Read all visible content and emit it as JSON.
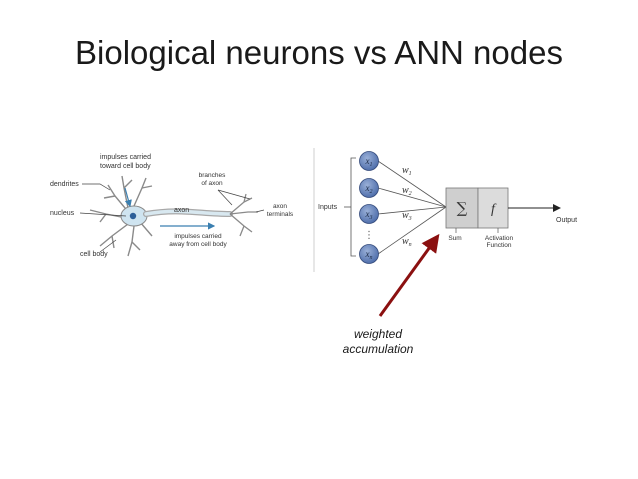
{
  "slide": {
    "title": "Biological neurons vs ANN nodes"
  },
  "neuron": {
    "labels": {
      "impulses_in_1": "impulses carried",
      "impulses_in_2": "toward cell body",
      "branches_1": "branches",
      "branches_2": "of axon",
      "dendrites": "dendrites",
      "nucleus": "nucleus",
      "axon": "axon",
      "axon_terminals_1": "axon",
      "axon_terminals_2": "terminals",
      "cell_body": "cell body",
      "impulses_out_1": "impulses carried",
      "impulses_out_2": "away from cell body"
    }
  },
  "ann": {
    "inputs_label": "Inputs",
    "output_label": "Output",
    "sum_label": "Sum",
    "activation_label_1": "Activation",
    "activation_label_2": "Function",
    "sum_symbol": "∑",
    "f_symbol": "f",
    "nodes": [
      "x1",
      "x2",
      "x3",
      "xn"
    ],
    "weights": [
      "w1",
      "w2",
      "w3",
      "wn"
    ],
    "ellipsis": "⋮"
  },
  "annotation": {
    "line1": "weighted",
    "line2": "accumulation",
    "arrow_color": "#8b1010"
  }
}
